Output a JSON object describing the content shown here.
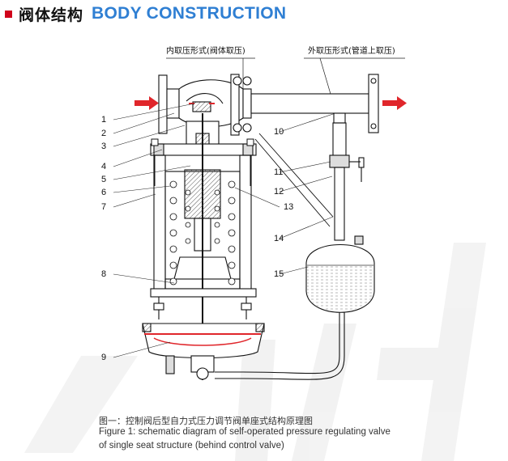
{
  "header": {
    "title_cn": "阀体结构",
    "title_en": "BODY CONSTRUCTION"
  },
  "annotations": {
    "inner_pressure": "内取压形式(阀体取压)",
    "outer_pressure": "外取压形式(管道上取压)"
  },
  "part_numbers": [
    "1",
    "2",
    "3",
    "4",
    "5",
    "6",
    "7",
    "8",
    "9",
    "10",
    "11",
    "12",
    "13",
    "14",
    "15"
  ],
  "caption": {
    "cn": "图一：控制阀后型自力式压力调节阀单座式结构原理图",
    "en_line1": "Figure 1: schematic diagram of self-operated pressure regulating valve",
    "en_line2": "of single seat structure (behind control valve)"
  },
  "colors": {
    "accent_red": "#d0021b",
    "title_blue": "#2f7fd3",
    "flow_arrow": "#e0262b"
  },
  "watermark": "ZH"
}
